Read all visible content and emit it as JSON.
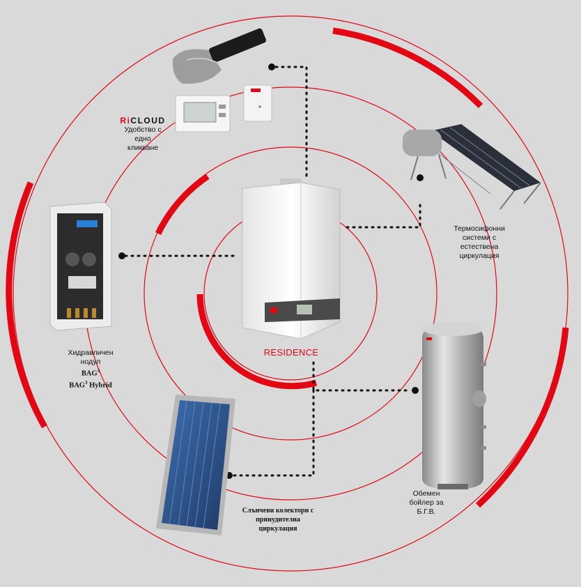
{
  "colors": {
    "accent": "#e30613",
    "background": "#d9d9d9",
    "dots": "#111111"
  },
  "center": {
    "label": "RESIDENCE"
  },
  "items": {
    "ricloud": {
      "brand_prefix": "Ri",
      "brand_suffix": "CLOUD",
      "line1": "Удобство с",
      "line2": "едно",
      "line3": "кликване"
    },
    "thermosiphon": {
      "line1": "Термосифонни",
      "line2": "системи с",
      "line3": "естествена",
      "line4": "циркулация"
    },
    "hydraulic": {
      "line1": "Хидравличен",
      "line2": "нодул",
      "line3": "BAG",
      "line3_sup": "3",
      "line4": "BAG",
      "line4_sup": "3",
      "line4_suffix": " Hybrid"
    },
    "boiler": {
      "line1": "Обемен",
      "line2": "бойлер за",
      "line3": "Б.Г.В."
    },
    "solar": {
      "line1": "Слънчеви колектори с",
      "line2": "принудителна",
      "line3": "циркулация"
    }
  },
  "icons": [
    "smartphone-icon",
    "thermostat-icon",
    "wireless-receiver-icon",
    "thermosiphon-icon",
    "boiler-icon",
    "hydraulic-module-icon",
    "solar-collector-icon",
    "storage-tank-icon"
  ]
}
